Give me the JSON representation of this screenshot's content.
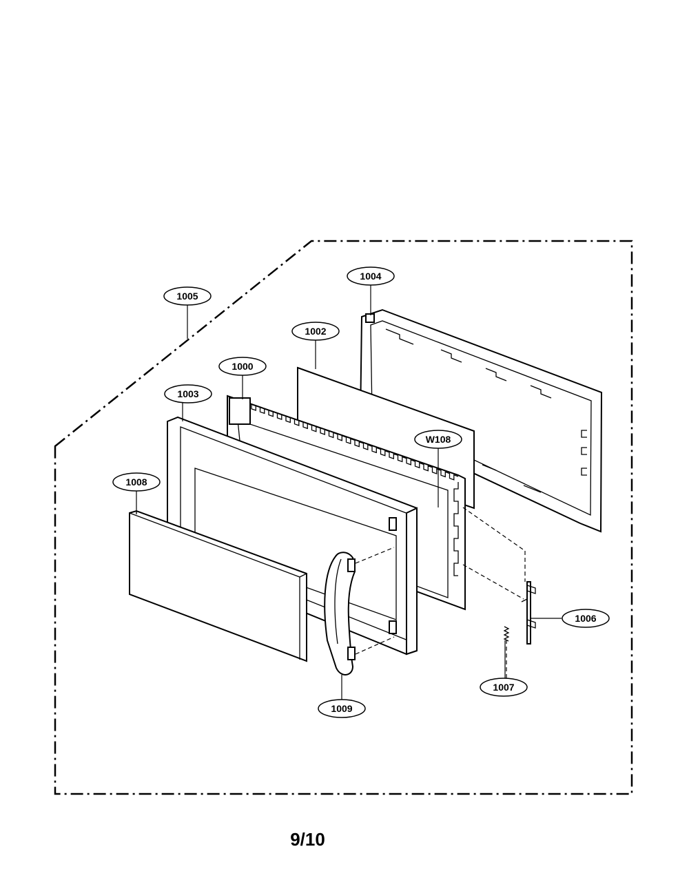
{
  "callouts": {
    "c1005": "1005",
    "c1004": "1004",
    "c1002": "1002",
    "c1000": "1000",
    "c1003": "1003",
    "cW108": "W108",
    "c1008": "1008",
    "c1006": "1006",
    "c1007": "1007",
    "c1009": "1009"
  },
  "page_number": "9/10"
}
